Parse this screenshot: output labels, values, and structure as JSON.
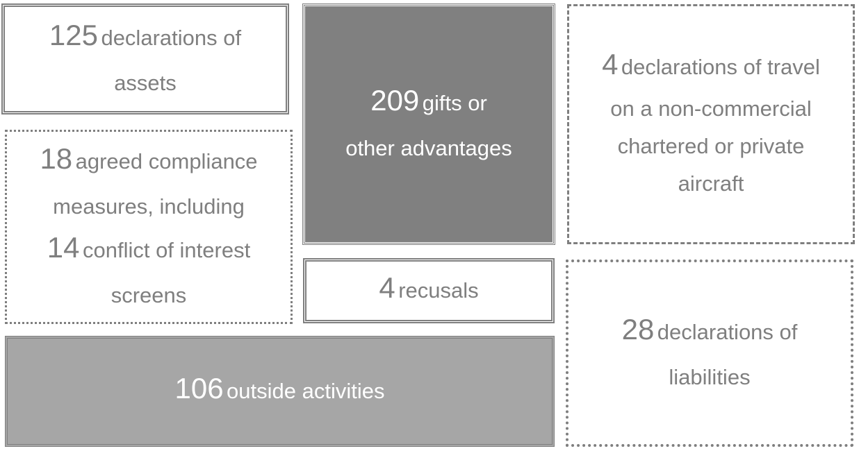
{
  "boxes": {
    "assets": {
      "number": "125",
      "text1": "declarations of",
      "text2": "assets"
    },
    "gifts": {
      "number": "209",
      "text1": "gifts or",
      "text2": "other advantages"
    },
    "travel": {
      "number": "4",
      "text1": "declarations of travel",
      "text2": "on a non-commercial",
      "text3": "chartered or private",
      "text4": "aircraft"
    },
    "compliance": {
      "number": "18",
      "text1": "agreed compliance",
      "text2": "measures, including",
      "number2": "14",
      "text3": "conflict of interest",
      "text4": "screens"
    },
    "recusals": {
      "number": "4",
      "text1": "recusals"
    },
    "activities": {
      "number": "106",
      "text1": "outside activities"
    },
    "liabilities": {
      "number": "28",
      "text1": "declarations of",
      "text2": "liabilities"
    }
  },
  "colors": {
    "text_gray": "#7f7f7f",
    "gifts_fill": "#808080",
    "activities_fill": "#a6a6a6",
    "light_text": "#ffffff"
  }
}
